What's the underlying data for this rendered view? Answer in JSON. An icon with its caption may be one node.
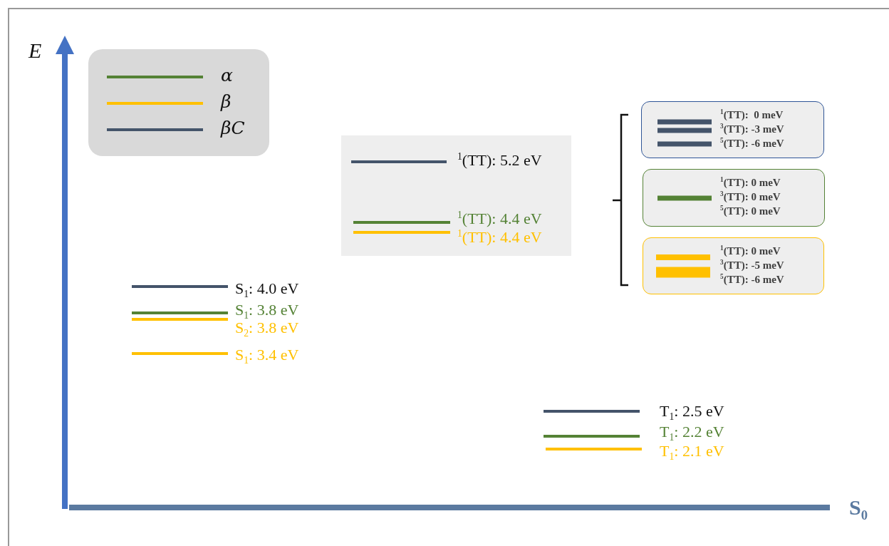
{
  "diagram": {
    "nodes": [
      {
        "text": [
          "$^{1}$(TT): 5.2 eV",
          "$^{1}$(TT): 4.4 eV",
          "$^{1}$(TT): 4.4 eV"
        ]
      },
      {
        "text": [
          "$^{1}$(TT):  0 meV",
          "$^{3}$(TT): -3 meV",
          "$^{5}$(TT): -6 meV"
        ]
      },
      {
        "text": [
          "$^{1}$(TT): 0 meV",
          "$^{3}$(TT): 0 meV",
          "$^{5}$(TT): 0 meV"
        ]
      },
      {
        "text": [
          "$^{1}$(TT): 0 meV",
          "$^{3}$(TT): -5 meV",
          "$^{5}$(TT): -6 meV"
        ]
      }
    ],
    "edges": [],
    "labels": [
      "E",
      "S$_{1}$: 4.0 eV",
      "S$_{1}$: 3.8 eV",
      "S$_{2}$: 3.8 eV",
      "S$_{1}$: 3.4 eV",
      "T$_{1}$: 2.5 eV",
      "T$_{1}$: 2.2 eV",
      "T$_{1}$: 2.1 eV",
      "S$_{0}$"
    ],
    "legend": [
      {
        "text": "α"
      },
      {
        "text": "β"
      },
      {
        "text": "βC"
      }
    ]
  }
}
